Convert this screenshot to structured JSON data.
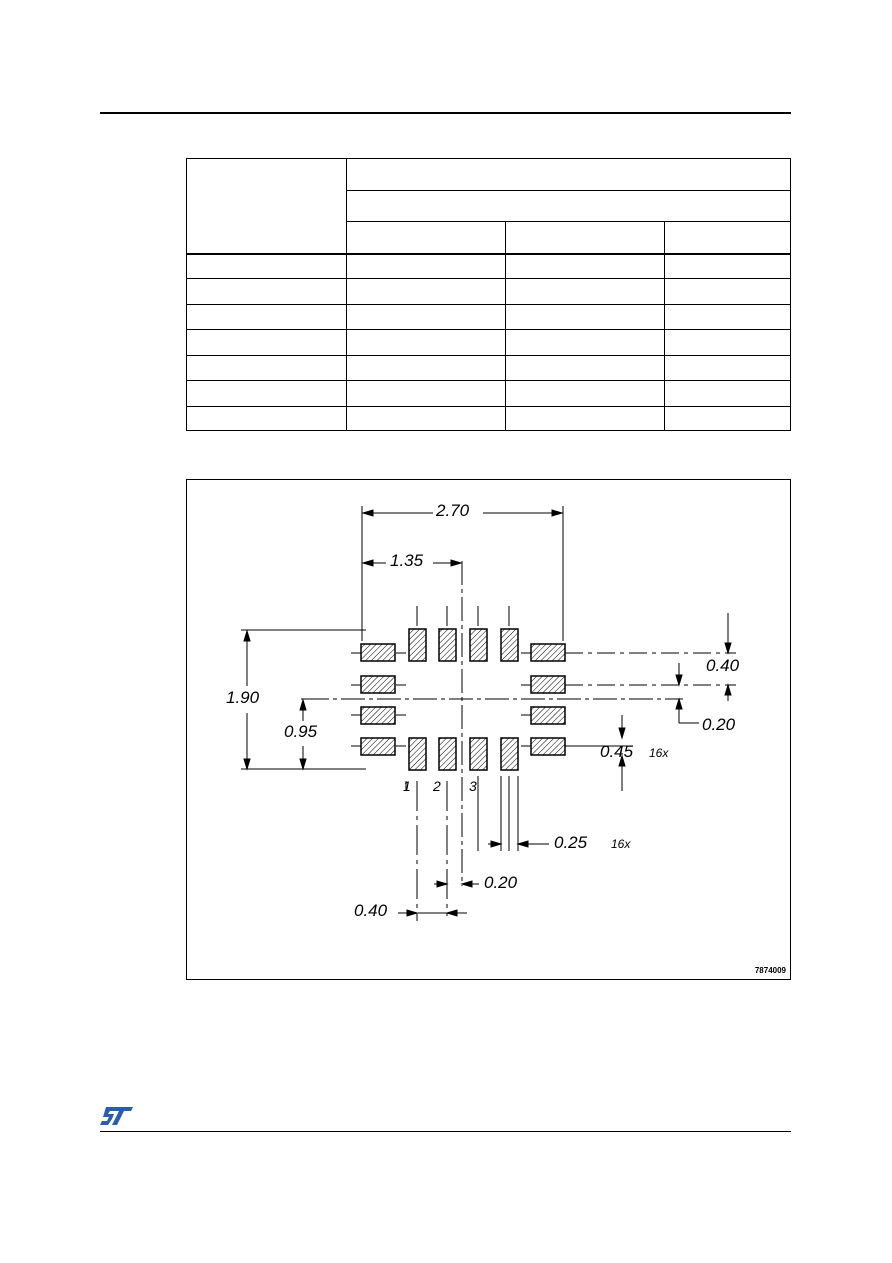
{
  "figure": {
    "dimensions": {
      "width_total": "2.70",
      "half_width": "1.35",
      "height_total": "1.90",
      "half_height": "0.95",
      "pitch_vertical": "0.40",
      "gap_vertical": "0.20",
      "pad_length": "0.45",
      "pad_length_count": "16x",
      "pad_width": "0.25",
      "pad_width_count": "16x",
      "gap_horizontal": "0.20",
      "pitch_horizontal": "0.40"
    },
    "pin_labels": [
      "1",
      "2",
      "3"
    ],
    "figure_code": "7874009"
  },
  "logo": {
    "name": "st-logo",
    "color": "#2a5db0"
  }
}
